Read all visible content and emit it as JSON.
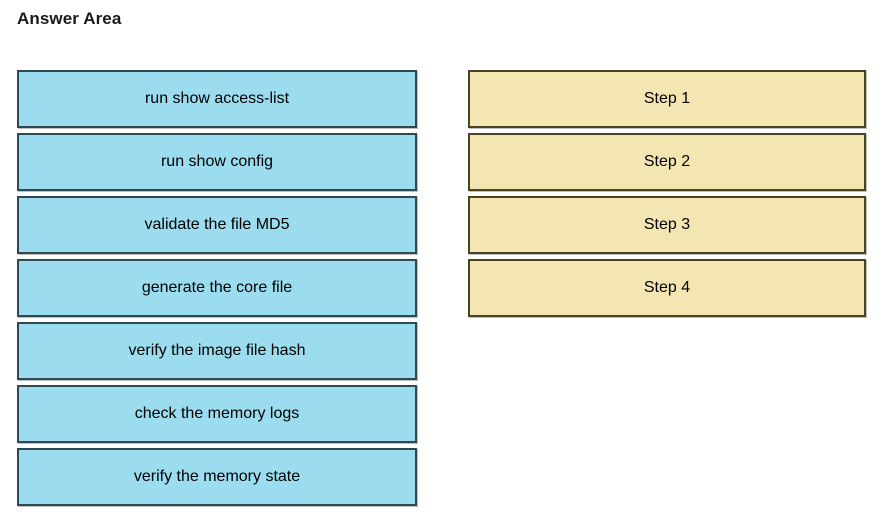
{
  "page": {
    "title": "Answer Area",
    "background_color": "#ffffff"
  },
  "colors": {
    "option_fill": "#9BDCEF",
    "option_border": "#2e4854",
    "step_fill": "#F3E6B2",
    "step_border": "#4a431f",
    "text": "#000000"
  },
  "options_column": {
    "name": "draggable-options",
    "items": [
      {
        "label": "run show access-list"
      },
      {
        "label": "run show config"
      },
      {
        "label": "validate the file MD5"
      },
      {
        "label": "generate the core file"
      },
      {
        "label": "verify the image file hash"
      },
      {
        "label": "check the memory logs"
      },
      {
        "label": "verify the memory state"
      }
    ]
  },
  "steps_column": {
    "name": "drop-target-steps",
    "items": [
      {
        "label": "Step 1"
      },
      {
        "label": "Step 2"
      },
      {
        "label": "Step 3"
      },
      {
        "label": "Step 4"
      }
    ]
  }
}
